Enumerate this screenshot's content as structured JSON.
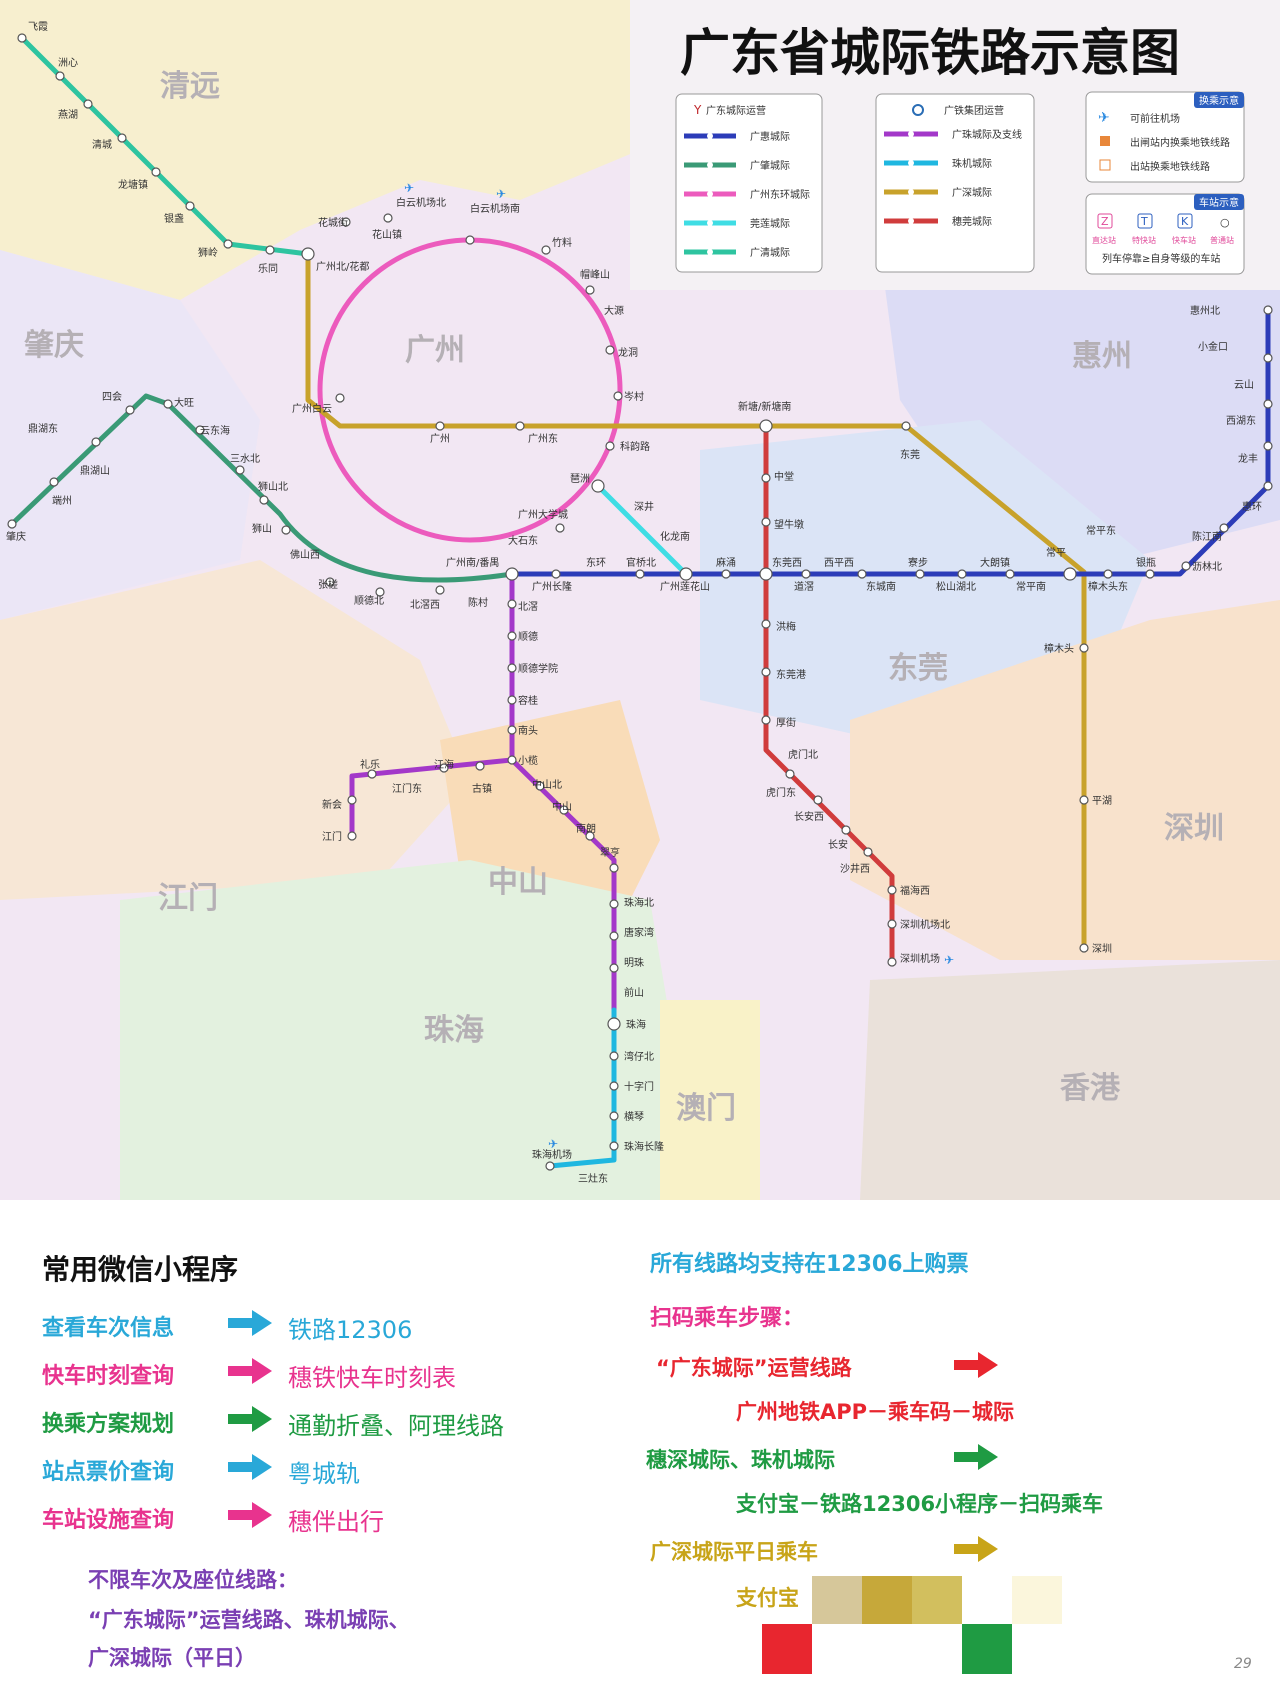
{
  "map": {
    "title": "广东省城际铁路示意图",
    "legend": {
      "group1_title": "广东城际运营",
      "group1": [
        "广惠城际",
        "广肇城际",
        "广州东环城际",
        "莞莲城际",
        "广清城际"
      ],
      "group2_title": "广铁集团运营",
      "group2": [
        "广珠城际及支线",
        "珠机城际",
        "广深城际",
        "穗莞城际"
      ],
      "transfer_title": "换乘示意",
      "transfer": [
        "可前往机场",
        "出闸站内换乘地铁线路",
        "出站换乘地铁线路"
      ],
      "station_title": "车站示意",
      "station_icons": [
        "Z",
        "T",
        "K",
        "○"
      ],
      "station_icon_names": [
        "直达站",
        "特快站",
        "快车站",
        "普通站"
      ],
      "station_rule": "列车停靠≥自身等级的车站"
    },
    "regions": [
      "清远",
      "肇庆",
      "广州",
      "惠州",
      "东莞",
      "江门",
      "中山",
      "深圳",
      "珠海",
      "澳门",
      "香港"
    ],
    "stations": [
      "飞霞",
      "洲心",
      "燕湖",
      "清城",
      "龙塘镇",
      "银盏",
      "狮岭",
      "乐同",
      "花城街",
      "花山镇",
      "白云机场北",
      "白云机场南",
      "竹料",
      "帽峰山",
      "大源",
      "龙洞",
      "岑村",
      "科韵路",
      "琶洲",
      "广州大学城",
      "大石东",
      "广州南/番禺",
      "广州北/花都",
      "广州白云",
      "广州",
      "广州东",
      "新塘/新塘南",
      "东莞",
      "中堂",
      "望牛墩",
      "东莞西",
      "西平西",
      "道滘",
      "东城南",
      "寮步",
      "松山湖北",
      "大朗镇",
      "常平南",
      "常平",
      "常平东",
      "樟木头东",
      "银瓶",
      "陈江南",
      "惠州北",
      "小金口",
      "云山",
      "西湖东",
      "龙丰",
      "惠环",
      "沥林北",
      "樟木头",
      "平湖",
      "深圳",
      "肇庆",
      "鼎湖东",
      "鼎湖山",
      "端州",
      "四会",
      "大旺",
      "云东海",
      "三水北",
      "狮山北",
      "狮山",
      "佛山西",
      "张槎",
      "顺德北",
      "北滘西",
      "陈村",
      "广州长隆",
      "北滘",
      "顺德",
      "顺德学院",
      "容桂",
      "南头",
      "小榄",
      "中山北",
      "中山",
      "南朗",
      "翠亨",
      "珠海北",
      "唐家湾",
      "明珠",
      "前山",
      "珠海",
      "湾仔北",
      "十字门",
      "横琴",
      "珠海长隆",
      "珠海机场",
      "三灶东",
      "礼乐",
      "江门东",
      "江海",
      "古镇",
      "新会",
      "江门",
      "东环",
      "官桥北",
      "化龙南",
      "深井",
      "麻涌",
      "洪梅",
      "东莞港",
      "厚街",
      "虎门北",
      "虎门东",
      "长安西",
      "长安",
      "沙井西",
      "福海西",
      "深圳机场北",
      "深圳机场",
      "广州莲花山"
    ]
  },
  "bottom": {
    "left_title": "常用微信小程序",
    "rows": [
      {
        "label": "查看车次信息",
        "target": "铁路12306",
        "color": "#29a8d8"
      },
      {
        "label": "快车时刻查询",
        "target": "穗铁快车时刻表",
        "color": "#e8338e"
      },
      {
        "label": "换乘方案规划",
        "target": "通勤折叠、阿理线路",
        "color": "#1f9b43"
      },
      {
        "label": "站点票价查询",
        "target": "粤城轨",
        "color": "#29a8d8"
      },
      {
        "label": "车站设施查询",
        "target": "穗伴出行",
        "color": "#e8338e"
      }
    ],
    "unlimited_title": "不限车次及座位线路：",
    "unlimited_line1": "“广东城际”运营线路、珠机城际、",
    "unlimited_line2": "广深城际（平日）",
    "right_title": "所有线路均支持在12306上购票",
    "steps_title": "扫码乘车步骤：",
    "step1_label": "“广东城际”运营线路",
    "step1_detail": "广州地铁APP－乘车码－城际",
    "step2_label": "穗深城际、珠机城际",
    "step2_detail": "支付宝－铁路12306小程序－扫码乘车",
    "step3_label": "广深城际平日乘车",
    "step3_detail": "支付宝",
    "page_number": "29",
    "colors": {
      "arrow_red": "#e8262f",
      "arrow_green": "#1f9b43",
      "arrow_gold": "#c8a418"
    }
  }
}
